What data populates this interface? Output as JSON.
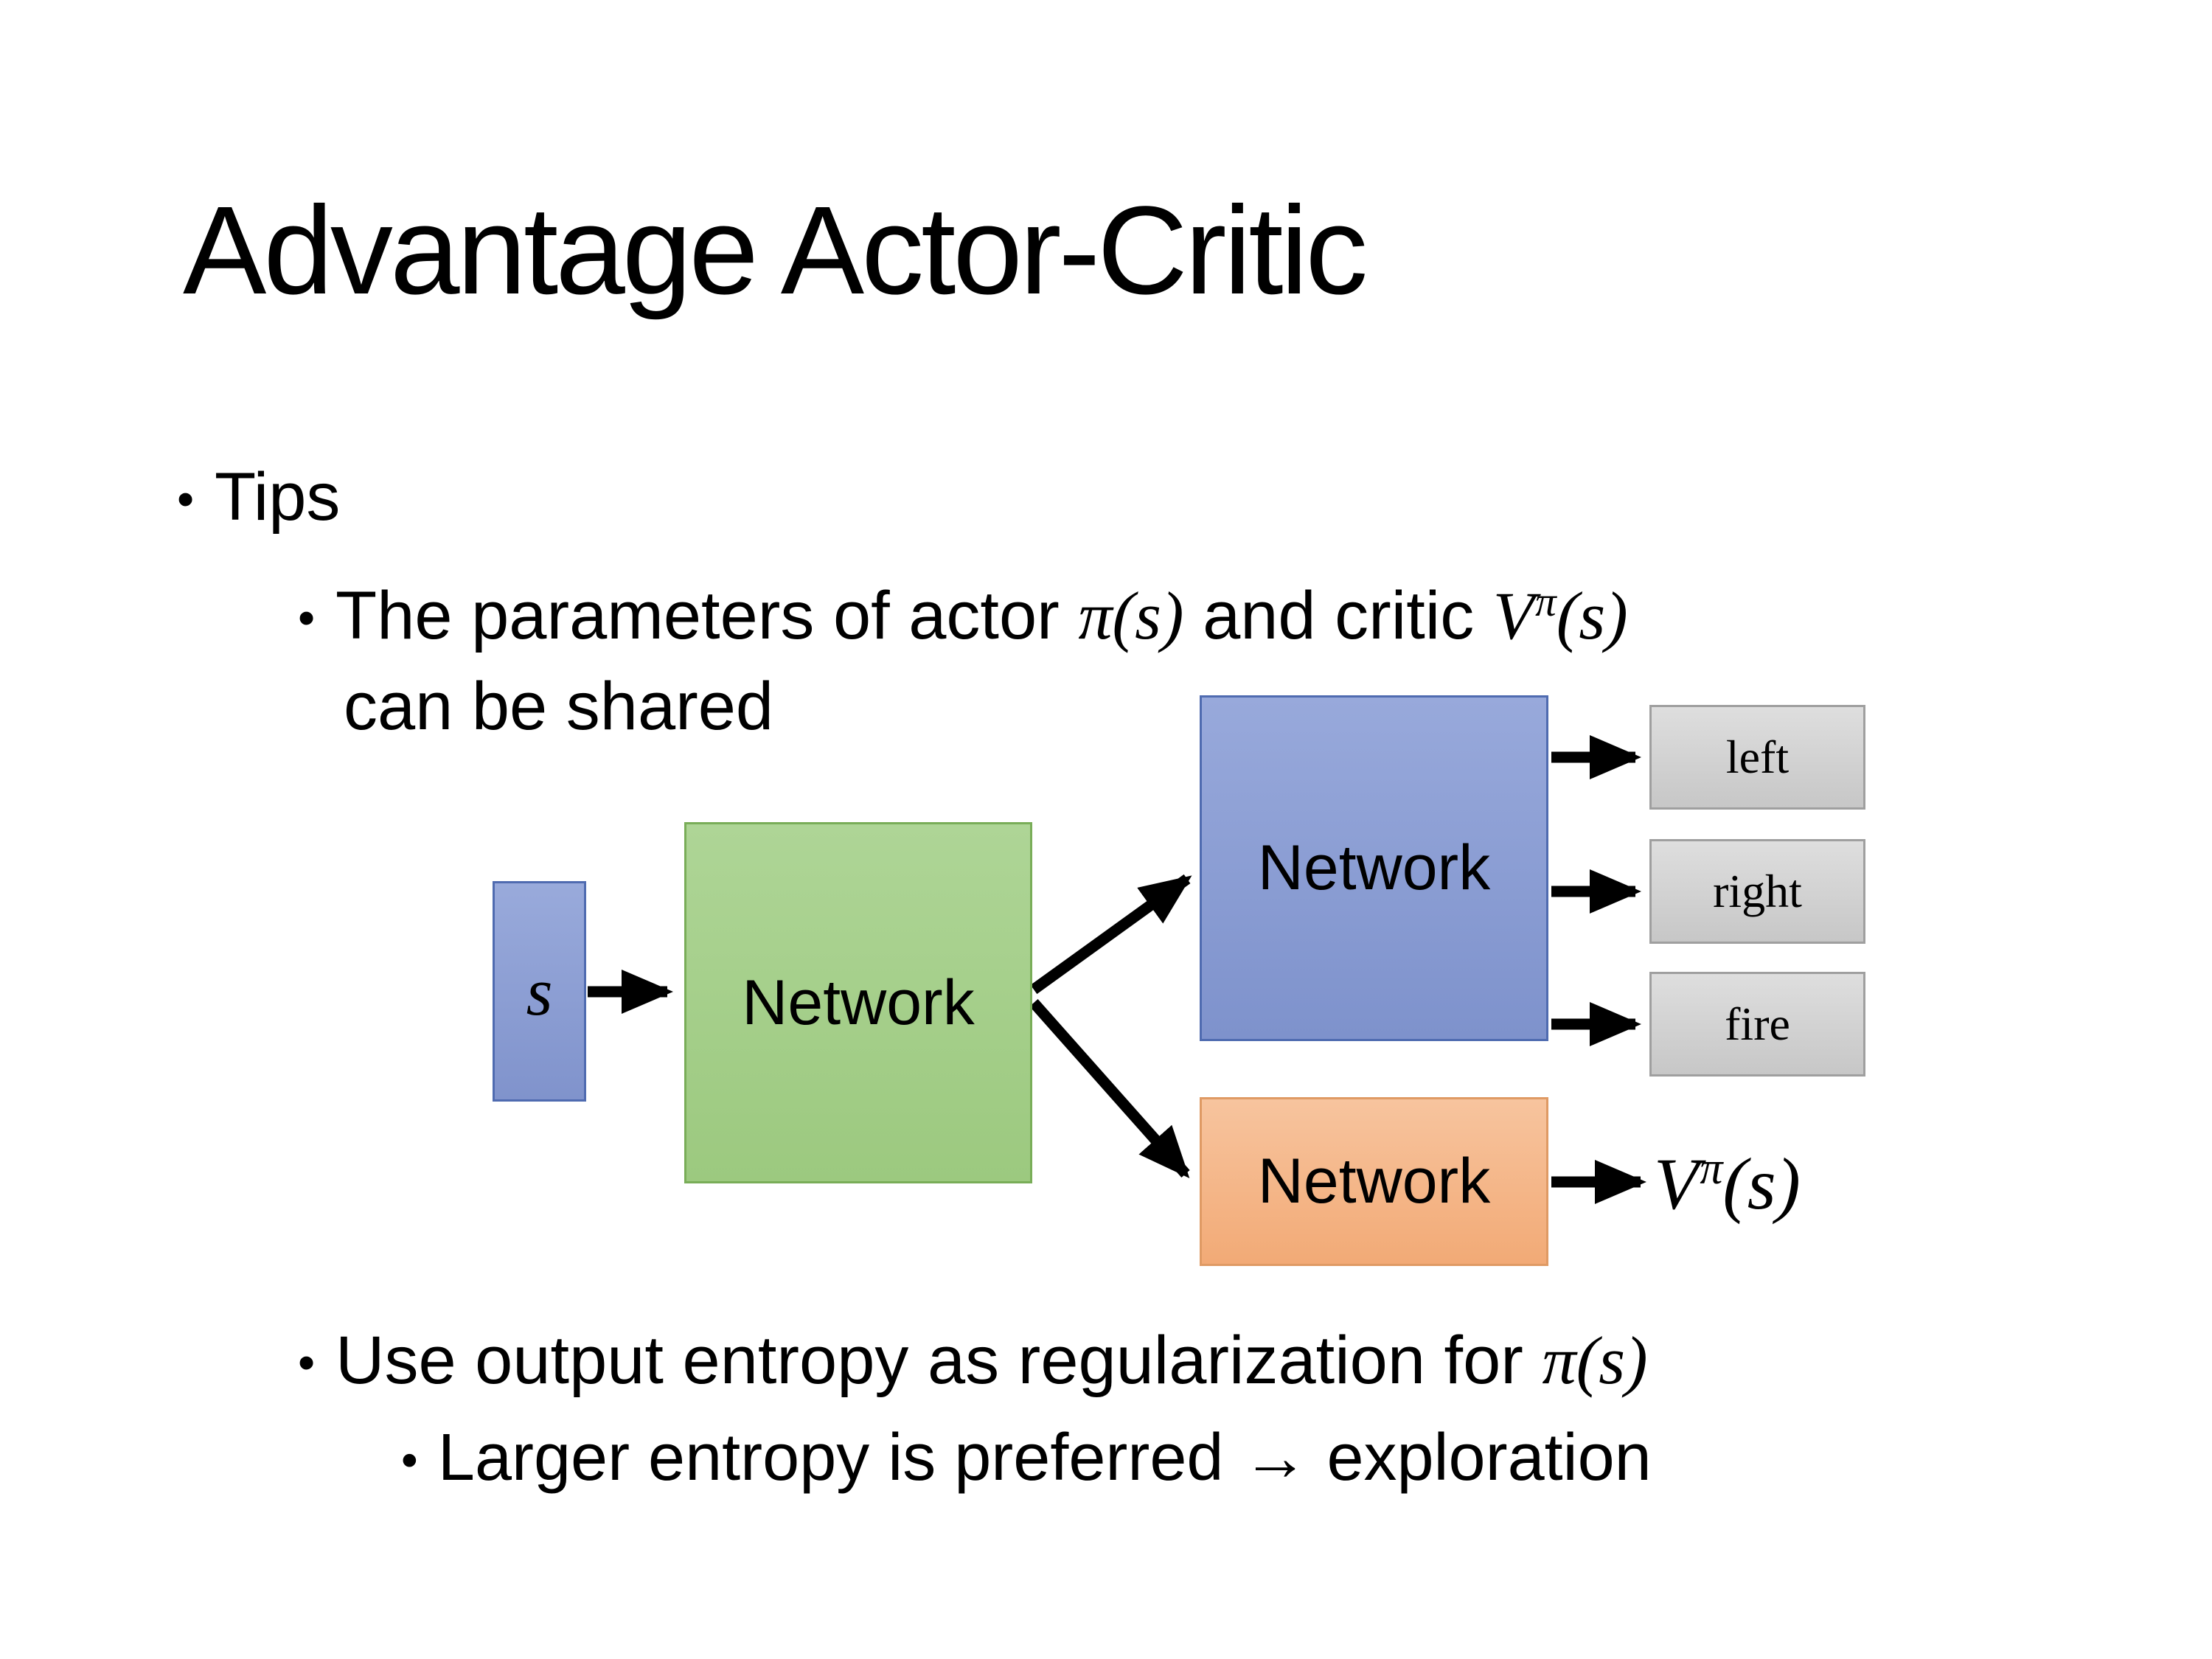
{
  "title": "Advantage Actor-Critic",
  "bullets": {
    "tips": "Tips",
    "shared_text1": "The parameters of actor ",
    "shared_math1": "π(s)",
    "shared_text2": "  and critic ",
    "shared_math2_base": "V",
    "shared_math2_sup": "π",
    "shared_math2_args": "(s)",
    "shared_wrap": "can be shared",
    "entropy_text": "Use output entropy as regularization for ",
    "entropy_math": "π(s)",
    "exploration_text": "Larger entropy is preferred → exploration",
    "bullet_glyph": "•"
  },
  "diagram": {
    "state_label": "s",
    "shared_network_label": "Network",
    "actor_network_label": "Network",
    "critic_network_label": "Network",
    "actions": [
      "left",
      "right",
      "fire"
    ],
    "value_base": "V",
    "value_sup": "π",
    "value_args": "(s)"
  },
  "colors": {
    "state_box_fill": "#8c9ed3",
    "state_box_border": "#4f6bb0",
    "shared_box_fill": "#a5cf8b",
    "shared_box_border": "#79ad58",
    "actor_box_fill": "#8b9ed4",
    "actor_box_border": "#4f6bb0",
    "critic_box_fill": "#f4b78a",
    "critic_box_border": "#df9a64",
    "action_box_fill": "#d3d3d3",
    "action_box_border": "#9f9f9f",
    "arrow": "#000000",
    "text": "#000000",
    "background": "#ffffff"
  }
}
